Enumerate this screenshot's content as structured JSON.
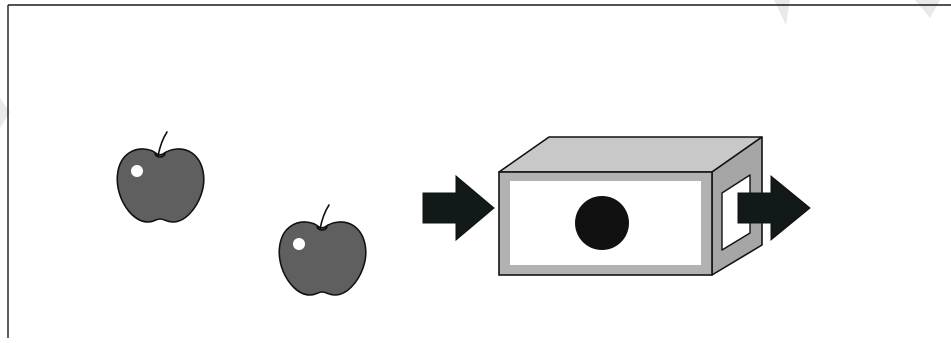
{
  "diagram": {
    "frame_stroke": "#1a1a1a",
    "background": "#ffffff",
    "items": [
      {
        "kind": "apple",
        "name": "apple-1",
        "icon": "apple-icon"
      },
      {
        "kind": "apple",
        "name": "apple-2",
        "icon": "apple-icon"
      },
      {
        "kind": "arrow",
        "name": "input-arrow",
        "icon": "right-arrow-icon"
      },
      {
        "kind": "box",
        "name": "processing-box",
        "icon": "box-icon"
      },
      {
        "kind": "arrow",
        "name": "output-arrow",
        "icon": "right-arrow-icon"
      }
    ],
    "colors": {
      "apple_fill": "#5f5f5f",
      "apple_highlight": "#ffffff",
      "stroke": "#111111",
      "arrow_fill": "#111a18",
      "box_top": "#c8c8c8",
      "box_front": "#b2b2b2",
      "box_side": "#a6a6a6",
      "box_inner": "#ffffff",
      "dot": "#111111",
      "watermark": "#e9e9e9"
    }
  }
}
